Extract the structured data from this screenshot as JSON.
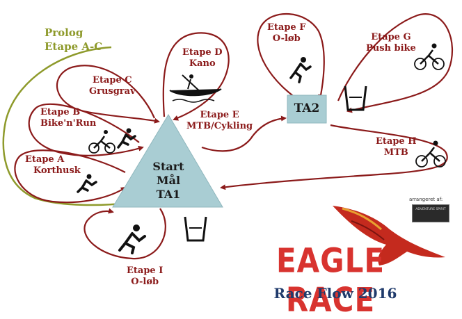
{
  "nodes": {
    "ta1": [
      "Start",
      "Mål",
      "TA1"
    ],
    "ta2": "TA2"
  },
  "group": {
    "prolog": "Prolog",
    "etape_ac": "Etape A-C"
  },
  "stages": {
    "a": [
      "Etape A",
      "Korthusk"
    ],
    "b": [
      "Etape B",
      "Bike'n'Run"
    ],
    "c": [
      "Etape C",
      "Grusgrav"
    ],
    "d": [
      "Etape D",
      "Kano"
    ],
    "e": [
      "Etape E",
      "MTB/Cykling"
    ],
    "f": [
      "Etape F",
      "O-løb"
    ],
    "g": [
      "Etape G",
      "Push bike"
    ],
    "h": [
      "Etape H",
      "MTB"
    ],
    "i": [
      "Etape I",
      "O-løb"
    ]
  },
  "branding": {
    "title": "EAGLE RACE",
    "subtitle": "Race Flow 2016",
    "organizer_label": "arrangeret af:",
    "organizer_logo_text": "ADVENTURE SPIRIT"
  },
  "colors": {
    "loop": "#8b1a1a",
    "group_outline": "#8e9a2b",
    "node_fill": "#a9cdd3",
    "title": "#d8332f",
    "subtitle": "#1f3a6b"
  },
  "icons": [
    "runner-icon",
    "cyclist-icon",
    "canoe-icon",
    "water-cup-icon",
    "eagle-icon"
  ]
}
